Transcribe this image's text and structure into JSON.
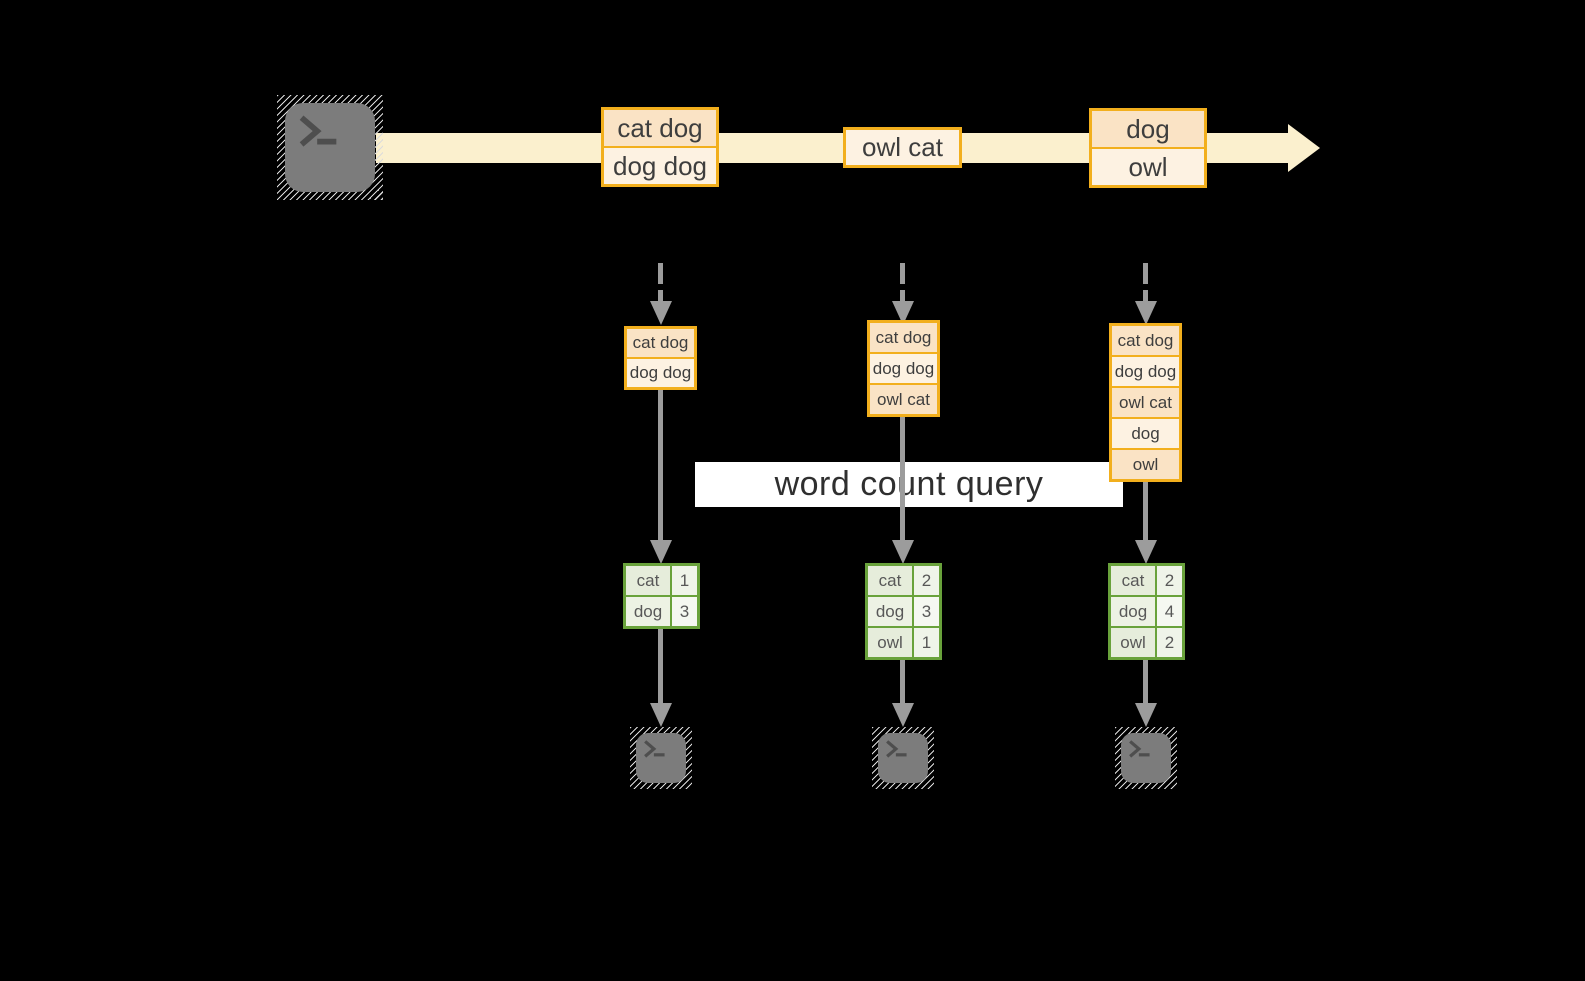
{
  "query": {
    "label": "word count query"
  },
  "stream": {
    "events": [
      {
        "cells": [
          {
            "text": "cat dog"
          },
          {
            "text": "dog dog"
          }
        ]
      },
      {
        "cells": [
          {
            "text": "owl cat"
          }
        ]
      },
      {
        "cells": [
          {
            "text": "dog"
          },
          {
            "text": "owl"
          }
        ]
      }
    ]
  },
  "snapshots": [
    {
      "cells": [
        "cat dog",
        "dog dog"
      ]
    },
    {
      "cells": [
        "cat dog",
        "dog dog",
        "owl cat"
      ]
    },
    {
      "cells": [
        "cat dog",
        "dog dog",
        "owl cat",
        "dog",
        "owl"
      ]
    }
  ],
  "tables": [
    {
      "rows": [
        {
          "word": "cat",
          "count": "1"
        },
        {
          "word": "dog",
          "count": "3"
        }
      ]
    },
    {
      "rows": [
        {
          "word": "cat",
          "count": "2"
        },
        {
          "word": "dog",
          "count": "3"
        },
        {
          "word": "owl",
          "count": "1"
        }
      ]
    },
    {
      "rows": [
        {
          "word": "cat",
          "count": "2"
        },
        {
          "word": "dog",
          "count": "4"
        },
        {
          "word": "owl",
          "count": "2"
        }
      ]
    }
  ],
  "icons": {
    "source": "terminal-icon",
    "outputs": [
      "terminal-icon",
      "terminal-icon",
      "terminal-icon"
    ],
    "prompt_glyph": ">_"
  },
  "colors": {
    "background": "#000000",
    "stream_fill": "#FBF0CE",
    "event_border": "#F2AF1D",
    "event_fill_dark": "#FAE3C5",
    "event_fill_light": "#FDF2E2",
    "table_border": "#69A23B",
    "table_fill_dark": "#E6EDDB",
    "table_fill_light": "#F5F8F1",
    "arrow": "#9C9C9C",
    "terminal": "#7C7C7C",
    "query_banner": "#FFFFFF",
    "text": "#3E3E3E"
  }
}
